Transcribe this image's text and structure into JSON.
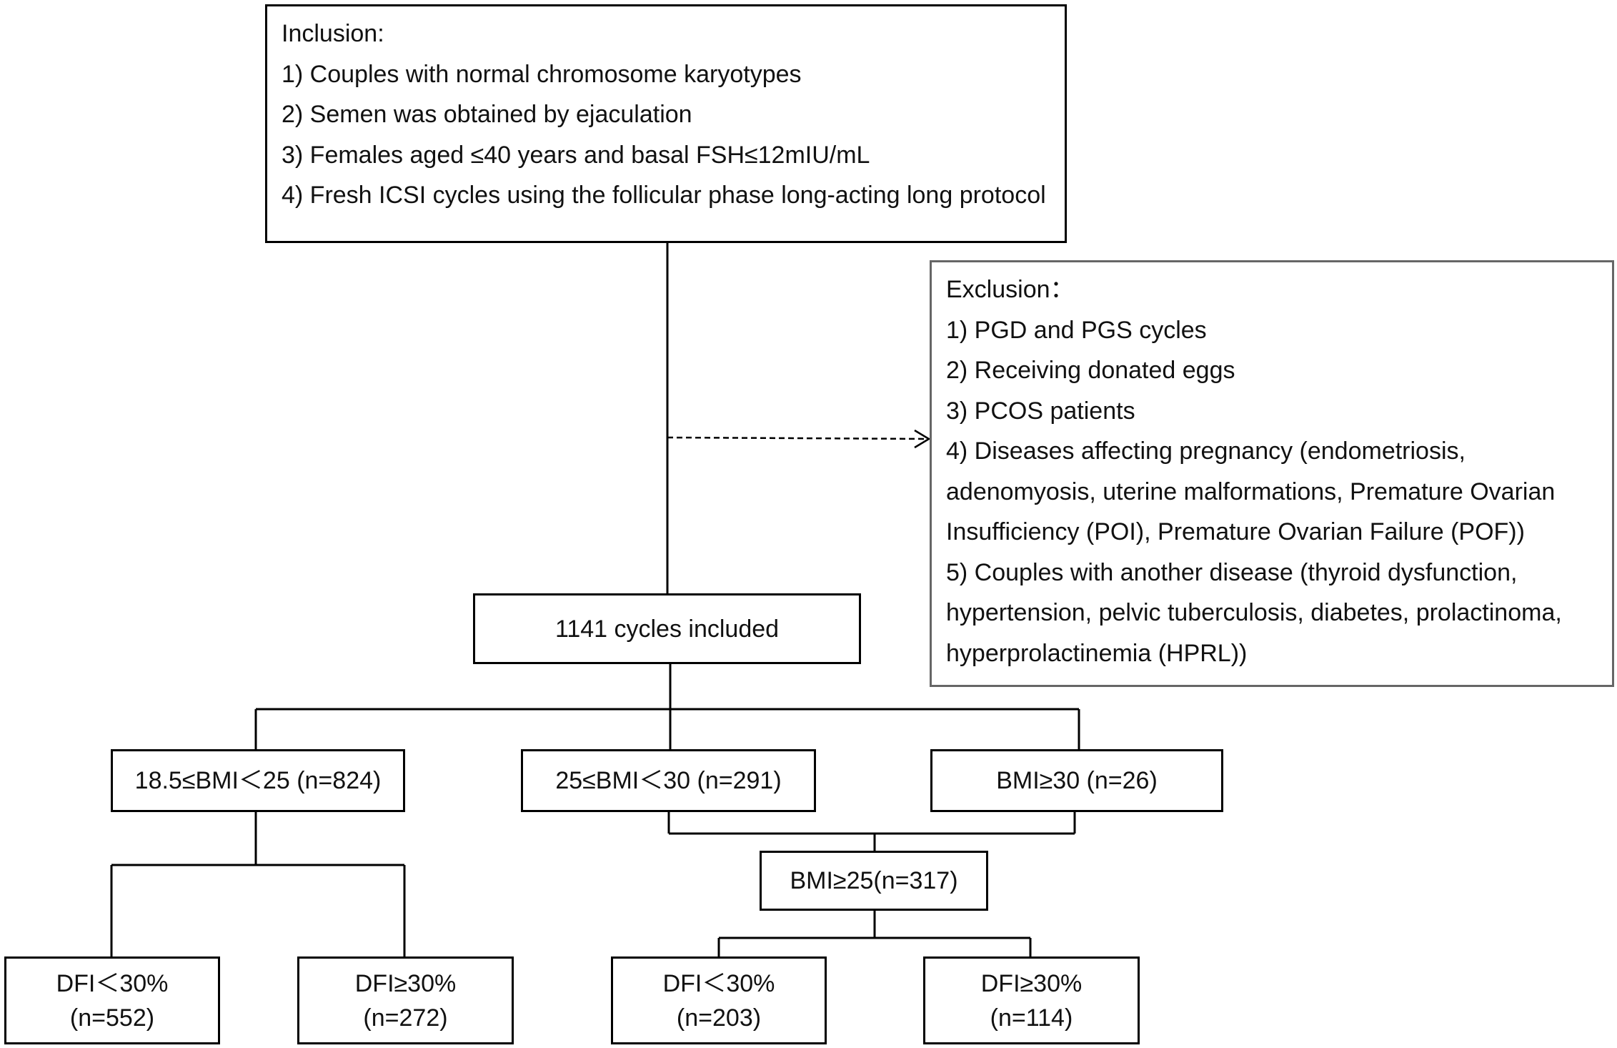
{
  "inclusion": {
    "heading": "Inclusion:",
    "items": [
      "1) Couples with normal chromosome karyotypes",
      "2) Semen was obtained by ejaculation",
      "3) Females aged ≤40 years and basal FSH≤12mIU/mL",
      "4) Fresh ICSI cycles using the follicular phase long-acting long protocol"
    ]
  },
  "exclusion": {
    "heading": "Exclusion：",
    "lines": [
      "1) PGD and PGS cycles",
      "2) Receiving donated eggs",
      "3) PCOS patients",
      "4) Diseases affecting pregnancy (endometriosis,",
      "adenomyosis, uterine malformations, Premature Ovarian",
      "Insufficiency (POI), Premature Ovarian Failure (POF))",
      "5) Couples with another disease (thyroid dysfunction,",
      "hypertension, pelvic tuberculosis, diabetes, prolactinoma,",
      "hyperprolactinemia (HPRL))"
    ]
  },
  "included": {
    "label": "1141 cycles included"
  },
  "groups": {
    "bmi_normal": "18.5≤BMI＜25 (n=824)",
    "bmi_over": "25≤BMI＜30 (n=291)",
    "bmi_obese": "BMI≥30 (n=26)",
    "bmi_combined": "BMI≥25(n=317)"
  },
  "dfi": {
    "normal_low": {
      "label": "DFI＜30%",
      "n": "(n=552)"
    },
    "normal_high": {
      "label": "DFI≥30%",
      "n": "(n=272)"
    },
    "over_low": {
      "label": "DFI＜30%",
      "n": "(n=203)"
    },
    "over_high": {
      "label": "DFI≥30%",
      "n": "(n=114)"
    }
  }
}
